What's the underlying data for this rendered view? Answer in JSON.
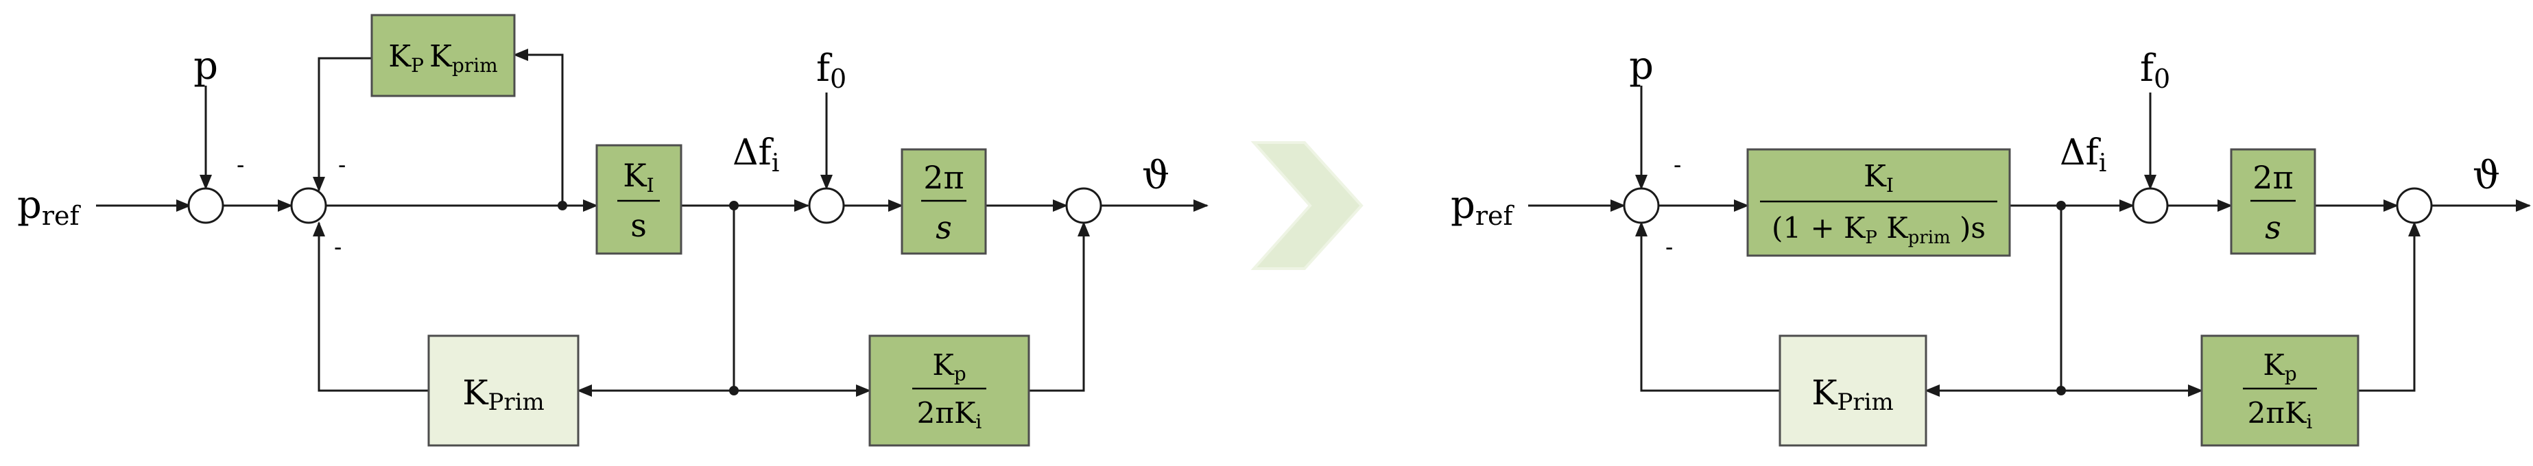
{
  "labels": {
    "p_ref_base": "p",
    "p_ref_sub": "ref",
    "p": "p",
    "f0_base": "f",
    "f0_sub": "0",
    "delta_f_base": "Δf",
    "delta_f_sub": "i",
    "theta": "ϑ",
    "minus": "-"
  },
  "blocks": {
    "kp_kprim_K1": "K",
    "kp_kprim_sub1": "P",
    "kp_kprim_K2": "K",
    "kp_kprim_sub2": "prim",
    "ki_num": "K",
    "ki_num_sub": "I",
    "ki_den": "s",
    "two_pi_num": "2π",
    "two_pi_den": "s",
    "kprim_base": "K",
    "kprim_sub": "Prim",
    "kp_num": "K",
    "kp_num_sub": "p",
    "kp_den_a": "2πK",
    "kp_den_sub": "i",
    "combined_num": "K",
    "combined_num_sub": "I",
    "combined_den_a": "(1 + K",
    "combined_den_sub1": "P",
    "combined_den_b": " K",
    "combined_den_sub2": "prim",
    "combined_den_c": " )s"
  },
  "colors": {
    "block_dark": "#a9c47f",
    "block_light": "#ebf1dd",
    "arrow_fill": "#e2ecd3"
  }
}
